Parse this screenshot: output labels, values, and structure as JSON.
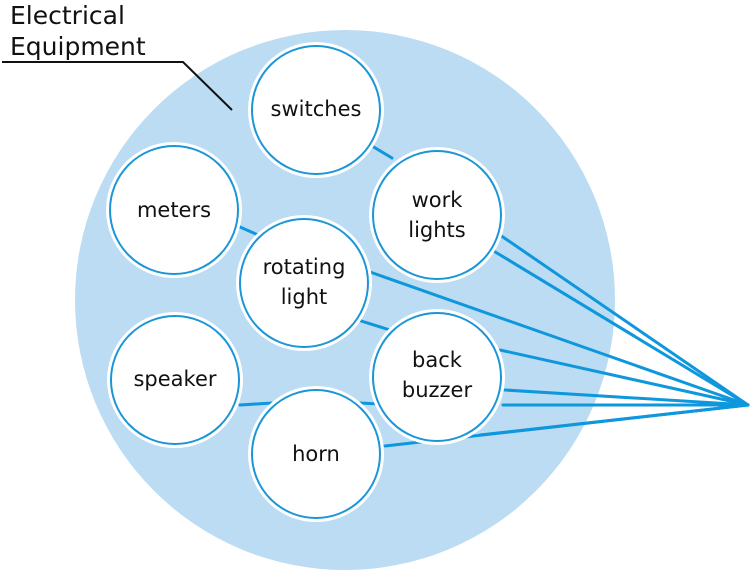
{
  "title": {
    "line1": "Electrical",
    "line2": "Equipment"
  },
  "colors": {
    "group_fill": "#bcdcf3",
    "node_fill": "#ffffff",
    "node_stroke": "#1a96d6",
    "connector": "#0e97dc",
    "callout_line": "#111111",
    "text": "#111111"
  },
  "nodes": {
    "switches": {
      "lines": [
        "switches"
      ]
    },
    "work_lights": {
      "lines": [
        "work",
        "lights"
      ]
    },
    "meters": {
      "lines": [
        "meters"
      ]
    },
    "rotating_light": {
      "lines": [
        "rotating",
        "light"
      ]
    },
    "speaker": {
      "lines": [
        "speaker"
      ]
    },
    "back_buzzer": {
      "lines": [
        "back",
        "buzzer"
      ]
    },
    "horn": {
      "lines": [
        "horn"
      ]
    }
  }
}
